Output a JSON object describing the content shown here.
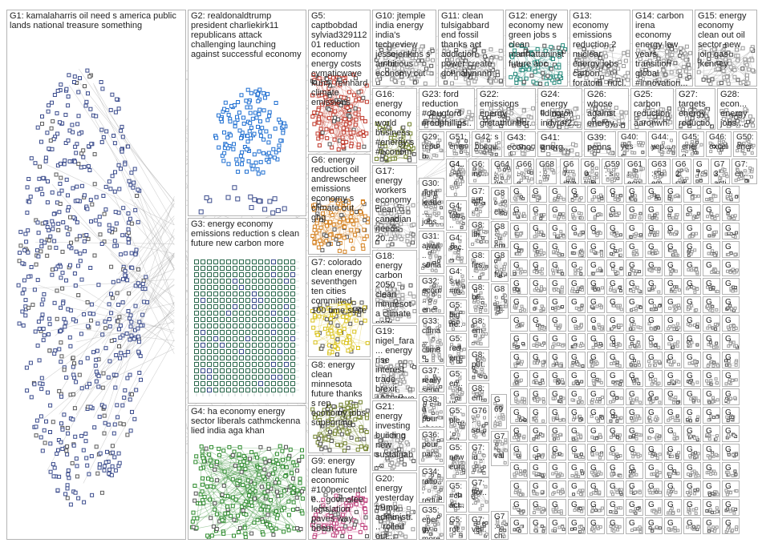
{
  "diagram": {
    "type": "network-group-grid",
    "palette": {
      "blue": "#3a4b8c",
      "lightblue": "#1f6fd1",
      "red": "#c0392b",
      "green": "#2e8b2e",
      "gray": "#9a9a9a",
      "olive": "#6f7f2a",
      "orange": "#d4801f",
      "yellow": "#d9c21b",
      "pink": "#c0437e",
      "teal": "#23887a",
      "purple": "#7a4aa0",
      "mesh": "#2f5f5f",
      "edge": "#c9c9c9"
    },
    "groups": [
      {
        "label": "G1: kamalaharris oil need s america public lands national treasure something",
        "color": "blue",
        "style": "ellipse-dense"
      },
      {
        "label": "G2: realdonaldtrump president charliekirk11 republicans attack challenging launching against successful economy",
        "color": "lightblue",
        "style": "ellipse"
      },
      {
        "label": "G3: energy economy emissions reduction s clean future new carbon more",
        "color": "mesh",
        "style": "grid"
      },
      {
        "label": "G4: ha economy energy sector liberals cathmckenna lied india aga khan",
        "color": "green",
        "style": "scatter"
      },
      {
        "label": "G5: captbobdad sylviad32911201 reduction economy energy costs cymaticwave kuhn_reinhard climate emissions",
        "color": "red",
        "style": "scatter"
      },
      {
        "label": "G6: energy reduction oil andrewscheer emissions economy s climate out ghg",
        "color": "orange",
        "style": "scatter"
      },
      {
        "label": "G7: colorado clean energy seventhgen ten cities committed 100 time state",
        "color": "yellow",
        "style": "scatter"
      },
      {
        "label": "G8: energy clean minnesota future thanks s rep economy jobs supporting",
        "color": "olive",
        "style": "scatter"
      },
      {
        "label": "G9: energy clean future economic #100percentcle... govinslee legislation paves way boom",
        "color": "pink",
        "style": "scatter"
      },
      {
        "label": "G10: jtemple india energy india's techreview jessejenkins s ambitious economy cut",
        "color": "gray",
        "style": "scatter"
      },
      {
        "label": "G11: clean tulsigabbard end fossil thanks act addiction power create donnalynnnh",
        "color": "gray",
        "style": "scatter"
      },
      {
        "label": "G12: energy economy new green jobs s clean manhattaninst future aoc",
        "color": "teal",
        "style": "scatter"
      },
      {
        "label": "G13: economy emissions reduction 2 nuclear energy jobs carbon foratom_nucl... deloitte",
        "color": "gray",
        "style": "scatter"
      },
      {
        "label": "G14: carbon irena economy energy low years transition global #innovation...",
        "color": "gray",
        "style": "scatter"
      },
      {
        "label": "G15: energy economy clean out oil sector new join gas jkenney",
        "color": "gray",
        "style": "scatter"
      },
      {
        "label": "G16: energy economy world business #energy s #econom...",
        "color": "olive",
        "style": "scatter"
      },
      {
        "label": "G17: energy workers economy clean canadian needs 20...",
        "color": "gray",
        "style": "scatter"
      },
      {
        "label": "G18: energy carbon 2050 clean minnesota climate new 100...",
        "color": "gray",
        "style": "scatter"
      },
      {
        "label": "G19: nigel_fara... energy rise interest trade brexit 1970trave... theanglic...",
        "color": "gray",
        "style": "scatter"
      },
      {
        "label": "G20: energy yesterday trump administr... rolled out...",
        "color": "gray",
        "style": "scatter"
      },
      {
        "label": "G21: energy investing building new sustainab...",
        "color": "gray",
        "style": "scatter"
      },
      {
        "label": "G22: emissions energy gretathunber...",
        "color": "gray",
        "style": "scatter"
      },
      {
        "label": "G23: ford reduction #dougford #rodphillips...",
        "color": "gray",
        "style": "scatter"
      },
      {
        "label": "G24: energy lidington indyref2...",
        "color": "gray",
        "style": "scatter"
      },
      {
        "label": "G25: carbon reduction aaronwh...",
        "color": "gray",
        "style": "scatter"
      },
      {
        "label": "G26: whose against energy...",
        "color": "gray",
        "style": "scatter"
      },
      {
        "label": "G27: targets energy reductio...",
        "color": "gray",
        "style": "scatter"
      },
      {
        "label": "G28: econ... energy jobs...",
        "color": "gray",
        "style": "scatter"
      },
      {
        "label": "G29: repub...",
        "color": "gray",
        "style": "scatter"
      },
      {
        "label": "G30: right leade... jobs...",
        "color": "gray",
        "style": "scatter"
      },
      {
        "label": "G31: ajwvi... sonia... clima...",
        "color": "gray",
        "style": "scatter"
      },
      {
        "label": "G32: econ... energ...",
        "color": "gray",
        "style": "scatter"
      },
      {
        "label": "G33: clima... clim8...",
        "color": "gray",
        "style": "scatter"
      },
      {
        "label": "G34: ratio... reduc...",
        "color": "gray",
        "style": "scatter"
      },
      {
        "label": "G35: energy more...",
        "color": "gray",
        "style": "scatter"
      },
      {
        "label": "G36: pour par...",
        "color": "gray",
        "style": "scatter"
      },
      {
        "label": "G37: really serio...",
        "color": "gray",
        "style": "scatter"
      },
      {
        "label": "G38: à pour chare...",
        "color": "gray",
        "style": "scatter"
      },
      {
        "label": "G39: penns...",
        "color": "gray",
        "style": "scatter"
      },
      {
        "label": "G40: yes s...",
        "color": "gray",
        "style": "scatter"
      },
      {
        "label": "G41: energ...",
        "color": "gray",
        "style": "scatter"
      },
      {
        "label": "G42: s bbcqu...",
        "color": "gray",
        "style": "scatter"
      },
      {
        "label": "G43: econo...",
        "color": "gray",
        "style": "scatter"
      },
      {
        "label": "G44: yep...",
        "color": "gray",
        "style": "scatter"
      },
      {
        "label": "G45: energ...",
        "color": "gray",
        "style": "scatter"
      },
      {
        "label": "G46: excel...",
        "color": "gray",
        "style": "scatter"
      },
      {
        "label": "G50: ener...",
        "color": "gray",
        "style": "scatter"
      },
      {
        "label": "G51: ener...",
        "color": "gray",
        "style": "scatter"
      },
      {
        "label": "G4...",
        "color": "gray",
        "style": "scatter"
      },
      {
        "label": "G4...",
        "color": "gray",
        "style": "scatter"
      },
      {
        "label": "G4: tob... ind...",
        "color": "gray",
        "style": "scatter"
      },
      {
        "label": "G4: sec... e...",
        "color": "gray",
        "style": "scatter"
      },
      {
        "label": "G4: s u #m...",
        "color": "gray",
        "style": "scatter"
      },
      {
        "label": "G5: big ne...",
        "color": "gray",
        "style": "scatter"
      },
      {
        "label": "G5: red em...",
        "color": "gray",
        "style": "scatter"
      },
      {
        "label": "G5: en... us...",
        "color": "gray",
        "style": "scatter"
      },
      {
        "label": "G5: ple... sig...",
        "color": "gray",
        "style": "scatter"
      },
      {
        "label": "G5: new eur...",
        "color": "gray",
        "style": "scatter"
      },
      {
        "label": "G5: #cl act...",
        "color": "gray",
        "style": "scatter"
      },
      {
        "label": "G5: rot...",
        "color": "gray",
        "style": "scatter"
      },
      {
        "label": "G6: inc...",
        "color": "gray",
        "style": "scatter"
      },
      {
        "label": "G64: ne...",
        "color": "gray",
        "style": "scatter"
      },
      {
        "label": "G66: e...",
        "color": "gray",
        "style": "scatter"
      },
      {
        "label": "G68: ...",
        "color": "gray",
        "style": "scatter"
      },
      {
        "label": "G67: #ne...",
        "color": "gray",
        "style": "scatter"
      },
      {
        "label": "G60: tuki...",
        "color": "gray",
        "style": "scatter"
      },
      {
        "label": "G59: s",
        "color": "gray",
        "style": "scatter"
      },
      {
        "label": "G61: eco...",
        "color": "gray",
        "style": "scatter"
      },
      {
        "label": "G63: em...",
        "color": "gray",
        "style": "scatter"
      },
      {
        "label": "G62: swc...",
        "color": "gray",
        "style": "scatter"
      },
      {
        "label": "G7: ...",
        "color": "gray",
        "style": "scatter"
      },
      {
        "label": "G73: acti...",
        "color": "gray",
        "style": "scatter"
      },
      {
        "label": "G7: en...",
        "color": "gray",
        "style": "scatter"
      },
      {
        "label": "G69: ...",
        "color": "gray",
        "style": "scatter"
      },
      {
        "label": "G76: sri...",
        "color": "gray",
        "style": "scatter"
      },
      {
        "label": "G7: id...",
        "color": "gray",
        "style": "scatter"
      },
      {
        "label": "G7: flor...",
        "color": "gray",
        "style": "scatter"
      },
      {
        "label": "G7: vel...",
        "color": "gray",
        "style": "scatter"
      },
      {
        "label": "G7: ch...",
        "color": "gray",
        "style": "scatter"
      },
      {
        "label": "G7: val...",
        "color": "gray",
        "style": "scatter"
      },
      {
        "label": "G7: att...",
        "color": "gray",
        "style": "scatter"
      },
      {
        "label": "G8: ilh...",
        "color": "gray",
        "style": "scatter"
      },
      {
        "label": "G8: firs...",
        "color": "gray",
        "style": "scatter"
      },
      {
        "label": "G8: br...",
        "color": "gray",
        "style": "scatter"
      },
      {
        "label": "G8: em...",
        "color": "gray",
        "style": "scatter"
      },
      {
        "label": "G8: put...",
        "color": "gray",
        "style": "scatter"
      },
      {
        "label": "G8: em...",
        "color": "gray",
        "style": "scatter"
      },
      {
        "label": "G8: cle...",
        "color": "gray",
        "style": "scatter"
      },
      {
        "label": "G8: em...",
        "color": "gray",
        "style": "scatter"
      },
      {
        "label": "G8: fut...",
        "color": "gray",
        "style": "scatter"
      },
      {
        "label": "G8: in...",
        "color": "gray",
        "style": "scatter"
      },
      {
        "label": "G",
        "color": "gray",
        "style": "scatter"
      }
    ]
  }
}
